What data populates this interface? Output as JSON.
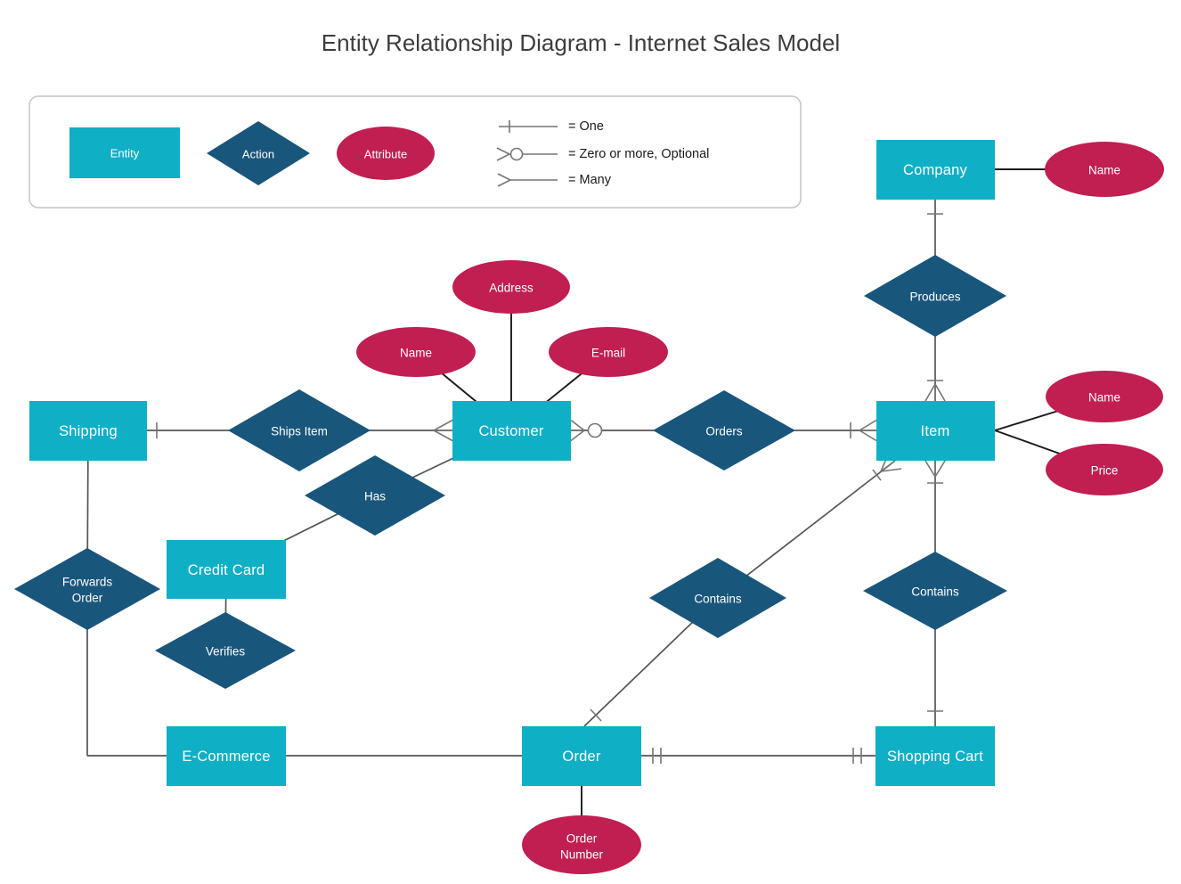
{
  "title": "Entity Relationship Diagram - Internet Sales Model",
  "colors": {
    "entity_fill": "#0fafc6",
    "action_fill": "#19567c",
    "attribute_fill": "#c11e52",
    "connector": "#555555",
    "attribute_line": "#1a1a1a",
    "marker": "#757575",
    "legend_border": "#c4c4c4",
    "shape_text": "#ffffff",
    "title_text": "#3d3d3d",
    "legend_text": "#1a1a1a"
  },
  "legend": {
    "entity_label": "Entity",
    "action_label": "Action",
    "attribute_label": "Attribute",
    "notes": [
      {
        "symbol": "one",
        "label": "= One"
      },
      {
        "symbol": "zero-or-more-optional",
        "label": "= Zero or more, Optional"
      },
      {
        "symbol": "many",
        "label": "= Many"
      }
    ]
  },
  "nodes": {
    "company": {
      "label": "Company"
    },
    "shipping": {
      "label": "Shipping"
    },
    "customer": {
      "label": "Customer"
    },
    "item": {
      "label": "Item"
    },
    "credit_card": {
      "label": "Credit Card"
    },
    "e_commerce": {
      "label": "E-Commerce"
    },
    "order": {
      "label": "Order"
    },
    "shopping_cart": {
      "label": "Shopping Cart"
    },
    "produces": {
      "label": "Produces"
    },
    "ships_item": {
      "label": "Ships Item"
    },
    "orders_rel": {
      "label": "Orders"
    },
    "has": {
      "label": "Has"
    },
    "forwards_order": {
      "line1": "Forwards",
      "line2": "Order"
    },
    "verifies": {
      "label": "Verifies"
    },
    "contains_order": {
      "label": "Contains"
    },
    "contains_cart": {
      "label": "Contains"
    },
    "attr_company_name": {
      "label": "Name"
    },
    "attr_customer_address": {
      "label": "Address"
    },
    "attr_customer_name": {
      "label": "Name"
    },
    "attr_customer_email": {
      "label": "E-mail"
    },
    "attr_item_name": {
      "label": "Name"
    },
    "attr_item_price": {
      "label": "Price"
    },
    "attr_order_number": {
      "line1": "Order",
      "line2": "Number"
    }
  }
}
